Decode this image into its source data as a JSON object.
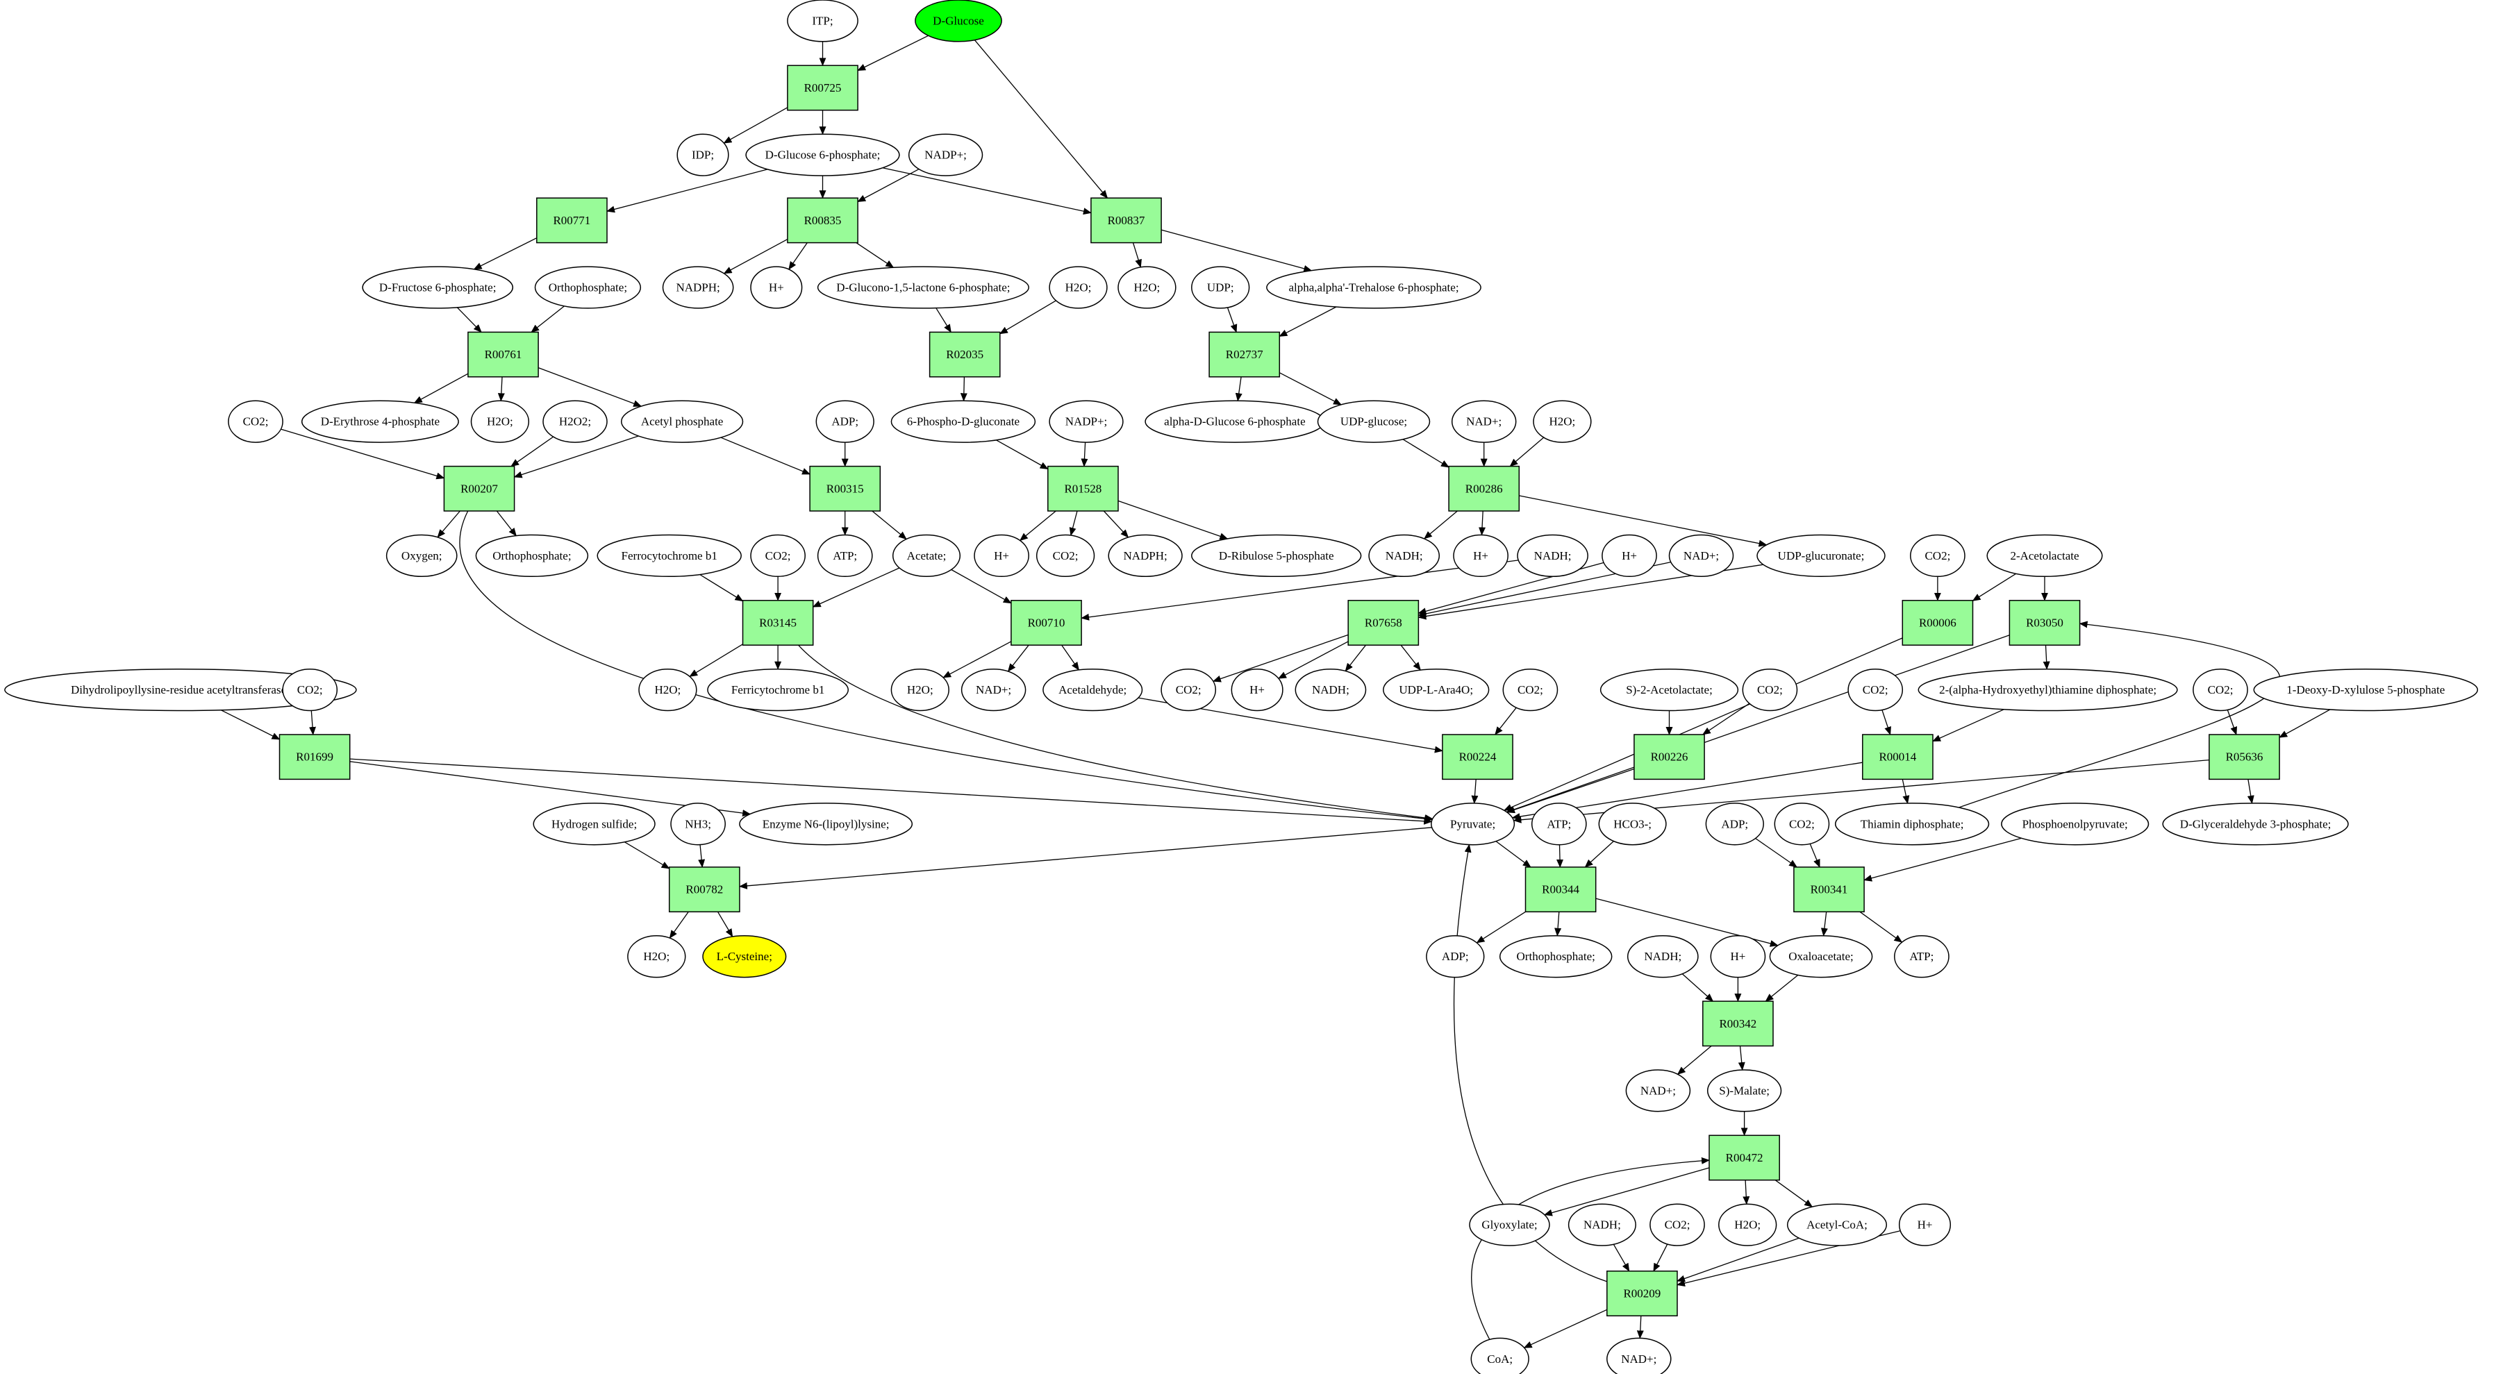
{
  "colors": {
    "reaction_fill": "#98fb98",
    "start_fill": "#00ff00",
    "target_fill": "#ffff00",
    "compound_fill": "#ffffff",
    "stroke": "#000000"
  },
  "reactions": {
    "r00725": "R00725",
    "r00771": "R00771",
    "r00835": "R00835",
    "r00837": "R00837",
    "r00761": "R00761",
    "r02035": "R02035",
    "r02737": "R02737",
    "r00207": "R00207",
    "r00315": "R00315",
    "r01528": "R01528",
    "r00286": "R00286",
    "r03145": "R03145",
    "r00710": "R00710",
    "r07658": "R07658",
    "r00006": "R00006",
    "r03050": "R03050",
    "r01699": "R01699",
    "r00224": "R00224",
    "r00226": "R00226",
    "r00014": "R00014",
    "r05636": "R05636",
    "r00782": "R00782",
    "r00344": "R00344",
    "r00341": "R00341",
    "r00342": "R00342",
    "r00472": "R00472",
    "r00209": "R00209"
  },
  "compounds": {
    "itp": "ITP;",
    "d_glucose": "D-Glucose",
    "idp": "IDP;",
    "d_glucose_6p": "D-Glucose 6-phosphate;",
    "nadp_1": "NADP+;",
    "nadph_1": "NADPH;",
    "h_1": "H+",
    "gluconolactone_6p": "D-Glucono-1,5-lactone 6-phosphate;",
    "h2o_1": "H2O;",
    "h2o_2": "H2O;",
    "udp": "UDP;",
    "trehalose_6p": "alpha,alpha'-Trehalose 6-phosphate;",
    "d_fructose_6p": "D-Fructose 6-phosphate;",
    "orthophosphate_1": "Orthophosphate;",
    "co2_1": "CO2;",
    "erythrose_4p": "D-Erythrose 4-phosphate",
    "h2o_3": "H2O;",
    "h2o2": "H2O2;",
    "acetyl_phosphate": "Acetyl phosphate",
    "adp_1": "ADP;",
    "phospho_gluconate": "6-Phospho-D-gluconate",
    "nadp_2": "NADP+;",
    "alpha_glucose_6p": "alpha-D-Glucose 6-phosphate",
    "udp_glucose": "UDP-glucose;",
    "nad_1": "NAD+;",
    "h2o_4": "H2O;",
    "oxygen": "Oxygen;",
    "orthophosphate_2": "Orthophosphate;",
    "atp_1": "ATP;",
    "acetate": "Acetate;",
    "h_2": "H+",
    "co2_2": "CO2;",
    "nadph_2": "NADPH;",
    "ribulose_5p": "D-Ribulose 5-phosphate",
    "nadh_1": "NADH;",
    "h_3": "H+",
    "ferrocytochrome": "Ferrocytochrome b1",
    "co2_3": "CO2;",
    "nadh_2": "NADH;",
    "h_4": "H+",
    "nad_2": "NAD+;",
    "udp_glucuronate": "UDP-glucuronate;",
    "co2_4": "CO2;",
    "acetolactate_2": "2-Acetolactate",
    "h2o_5": "H2O;",
    "ferricytochrome": "Ferricytochrome b1",
    "h2o_6": "H2O;",
    "nad_3": "NAD+;",
    "acetaldehyde": "Acetaldehyde;",
    "co2_5": "CO2;",
    "h_5": "H+",
    "nadh_3": "NADH;",
    "udp_ara4o": "UDP-L-Ara4O;",
    "dihydrolipoyllysine": "Dihydrolipoyllysine-residue acetyltransferase]",
    "co2_6": "CO2;",
    "co2_7": "CO2;",
    "s_acetolactate": "S)-2-Acetolactate;",
    "co2_8": "CO2;",
    "co2_9": "CO2;",
    "hydroxyethyl_tpp": "2-(alpha-Hydroxyethyl)thiamine diphosphate;",
    "co2_10": "CO2;",
    "deoxy_xylulose_5p": "1-Deoxy-D-xylulose 5-phosphate",
    "hydrogen_sulfide": "Hydrogen sulfide;",
    "nh3": "NH3;",
    "lipoyllysine": "Enzyme N6-(lipoyl)lysine;",
    "pyruvate": "Pyruvate;",
    "atp_2": "ATP;",
    "hco3": "HCO3-;",
    "adp_2": "ADP;",
    "co2_11": "CO2;",
    "thiamin_diphosphate": "Thiamin diphosphate;",
    "phosphoenolpyruvate": "Phosphoenolpyruvate;",
    "glyceraldehyde_3p": "D-Glyceraldehyde 3-phosphate;",
    "h2o_7": "H2O;",
    "l_cysteine": "L-Cysteine;",
    "adp_3": "ADP;",
    "orthophosphate_3": "Orthophosphate;",
    "nadh_4": "NADH;",
    "h_6": "H+",
    "oxaloacetate": "Oxaloacetate;",
    "atp_3": "ATP;",
    "nad_4": "NAD+;",
    "s_malate": "S)-Malate;",
    "glyoxylate": "Glyoxylate;",
    "nadh_5": "NADH;",
    "co2_12": "CO2;",
    "h2o_8": "H2O;",
    "acetyl_coa": "Acetyl-CoA;",
    "h_7": "H+",
    "coa": "CoA;",
    "nad_5": "NAD+;"
  }
}
